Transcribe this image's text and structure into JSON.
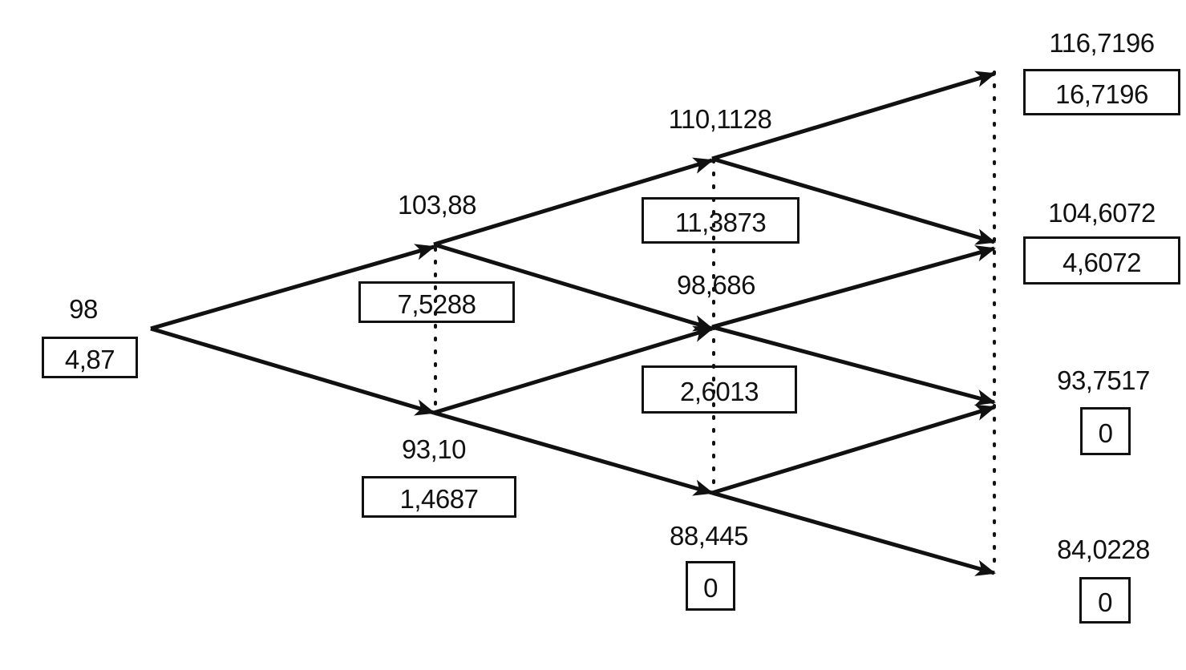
{
  "tree": {
    "nodes": [
      {
        "id": "n0",
        "price": "98",
        "value": "4,87"
      },
      {
        "id": "n1u",
        "price": "103,88",
        "value": "7,5288"
      },
      {
        "id": "n1d",
        "price": "93,10",
        "value": "1,4687"
      },
      {
        "id": "n2uu",
        "price": "110,1128",
        "value": "11,3873"
      },
      {
        "id": "n2ud",
        "price": "98,686",
        "value": "2,6013"
      },
      {
        "id": "n2dd",
        "price": "88,445",
        "value": "0"
      },
      {
        "id": "n3a",
        "price": "116,7196",
        "value": "16,7196"
      },
      {
        "id": "n3b",
        "price": "104,6072",
        "value": "4,6072"
      },
      {
        "id": "n3c",
        "price": "93,7517",
        "value": "0"
      },
      {
        "id": "n3d",
        "price": "84,0228",
        "value": "0"
      }
    ],
    "edges": [
      [
        "n0",
        "n1u"
      ],
      [
        "n0",
        "n1d"
      ],
      [
        "n1u",
        "n2uu"
      ],
      [
        "n1u",
        "n2ud"
      ],
      [
        "n1d",
        "n2ud"
      ],
      [
        "n1d",
        "n2dd"
      ],
      [
        "n2uu",
        "n3a"
      ],
      [
        "n2uu",
        "n3b"
      ],
      [
        "n2ud",
        "n3b"
      ],
      [
        "n2ud",
        "n3c"
      ],
      [
        "n2dd",
        "n3c"
      ],
      [
        "n2dd",
        "n3d"
      ]
    ]
  }
}
